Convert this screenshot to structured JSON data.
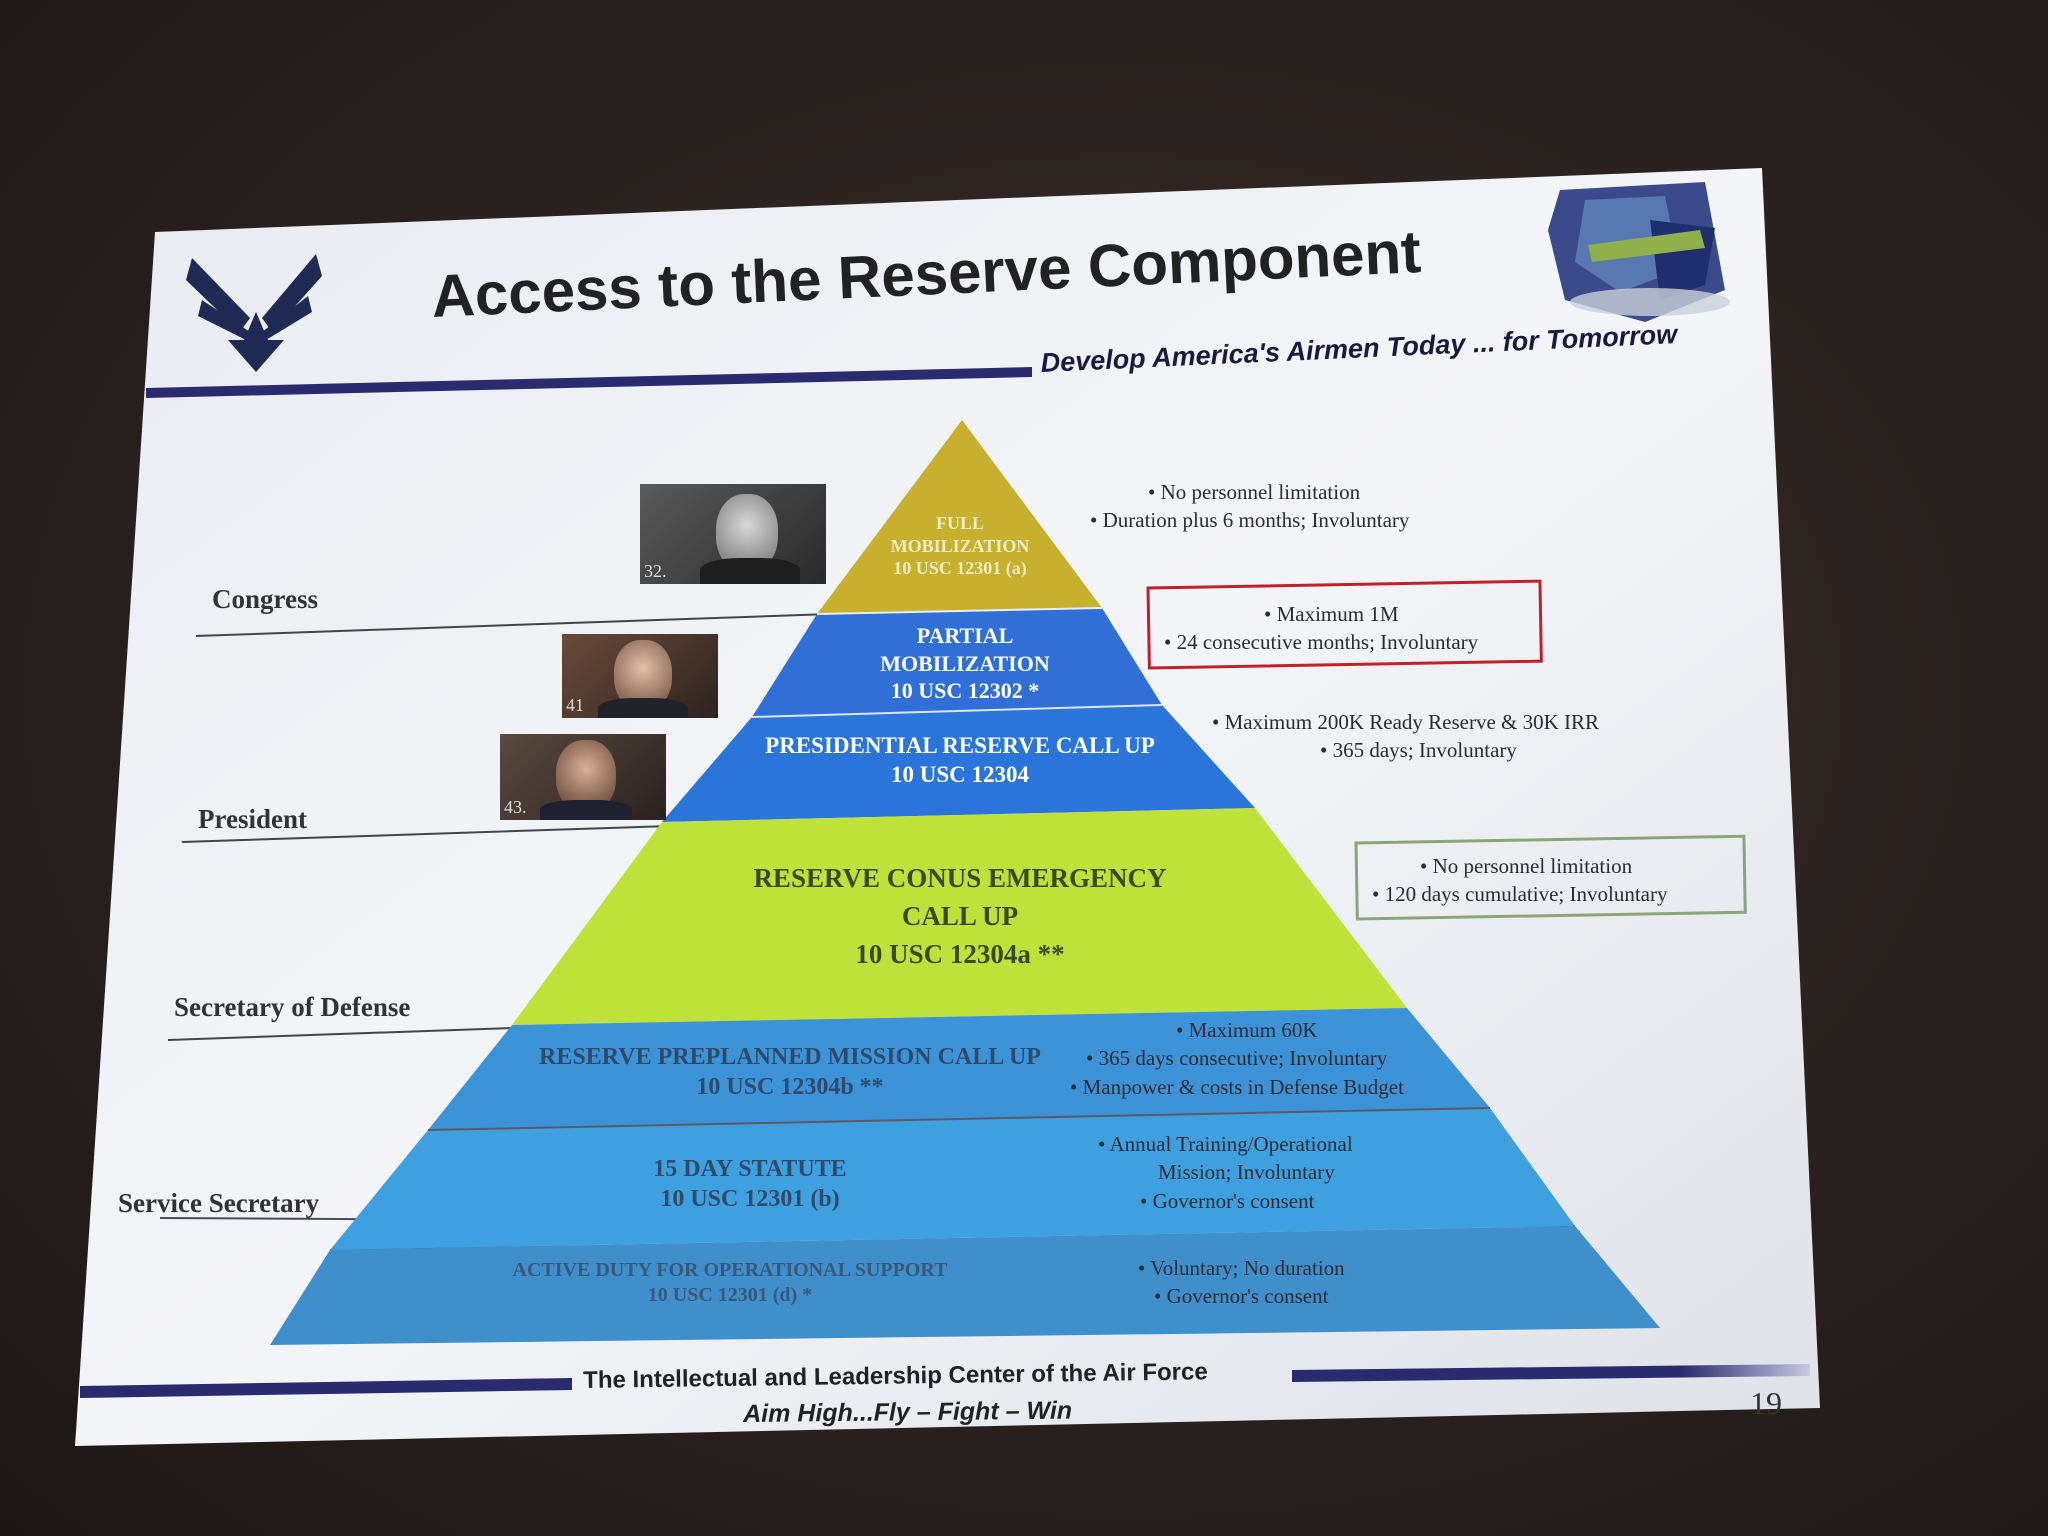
{
  "slide": {
    "title": "Access to the Reserve Component",
    "subtitle": "Develop America's Airmen Today ... for Tomorrow",
    "footer_main": "The Intellectual and Leadership Center of the Air Force",
    "footer_sub": "Aim High...Fly – Fight – Win",
    "page_number": "19"
  },
  "authorities": {
    "congress": "Congress",
    "president": "President",
    "secdef": "Secretary of Defense",
    "service_secretary": "Service Secretary"
  },
  "photos": {
    "fdr": "32.",
    "bush41": "41",
    "bush43": "43."
  },
  "tiers": [
    {
      "lines": [
        "FULL",
        "MOBILIZATION",
        "10 USC 12301 (a)"
      ],
      "color": "#c6b02e",
      "bullets": [
        "No personnel limitation",
        "Duration plus 6 months; Involuntary"
      ]
    },
    {
      "lines": [
        "PARTIAL",
        "MOBILIZATION",
        "10 USC 12302    *"
      ],
      "color": "#2f6fd6",
      "bullets": [
        "Maximum 1M",
        "24 consecutive months; Involuntary"
      ]
    },
    {
      "lines": [
        "PRESIDENTIAL RESERVE CALL UP",
        "10 USC 12304"
      ],
      "color": "#2b74d9",
      "bullets": [
        "Maximum 200K Ready Reserve & 30K IRR",
        "365 days; Involuntary"
      ]
    },
    {
      "lines": [
        "RESERVE CONUS EMERGENCY",
        "CALL UP",
        "10 USC 12304a      **"
      ],
      "color": "#bfe23a",
      "bullets": [
        "No personnel limitation",
        "120 days cumulative; Involuntary"
      ]
    },
    {
      "lines": [
        "RESERVE PREPLANNED MISSION  CALL UP",
        "10 USC 12304b     **"
      ],
      "color": "#3d93d8",
      "bullets": [
        "Maximum 60K",
        "365 days consecutive; Involuntary",
        "Manpower & costs in Defense Budget"
      ]
    },
    {
      "lines": [
        "15 DAY STATUTE",
        "10 USC 12301 (b)"
      ],
      "color": "#3fa0e0",
      "bullets": [
        "Annual Training/Operational",
        "Mission; Involuntary",
        "Governor's consent"
      ]
    },
    {
      "lines": [
        "ACTIVE DUTY FOR OPERATIONAL SUPPORT",
        "10 USC 12301 (d)     *"
      ],
      "color": "#3e8fcc",
      "bullets": [
        "Voluntary; No duration",
        "Governor's consent"
      ]
    }
  ],
  "colors": {
    "slide_bg": "#f1f2f6",
    "navy_rule": "#2a2a6e",
    "red_box": "#c0202a",
    "green_box": "#8aa57a"
  }
}
